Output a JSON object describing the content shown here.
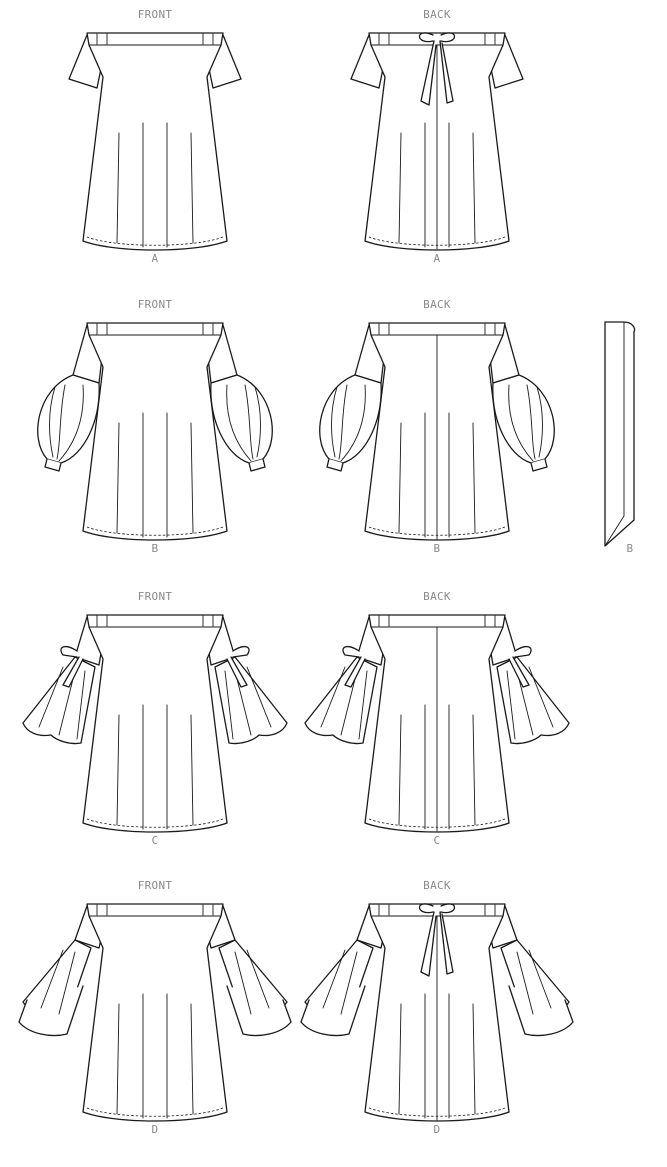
{
  "sheet": {
    "background": "#ffffff",
    "line_color": "#1a1a1a",
    "label_color": "#8a8a8a"
  },
  "rows": [
    {
      "view": "A",
      "sleeve": "short",
      "front": {
        "view_label": "FRONT",
        "variant_label": "A"
      },
      "back": {
        "view_label": "BACK",
        "variant_label": "A",
        "back_tie": true
      }
    },
    {
      "view": "B",
      "sleeve": "bishop",
      "front": {
        "view_label": "FRONT",
        "variant_label": "B"
      },
      "back": {
        "view_label": "BACK",
        "variant_label": "B",
        "back_tie": false
      },
      "extra": {
        "piece": "tie-sash",
        "variant_label": "B"
      }
    },
    {
      "view": "C",
      "sleeve": "flared-tie",
      "front": {
        "view_label": "FRONT",
        "variant_label": "C"
      },
      "back": {
        "view_label": "BACK",
        "variant_label": "C",
        "back_tie": false
      }
    },
    {
      "view": "D",
      "sleeve": "double-ruffle",
      "front": {
        "view_label": "FRONT",
        "variant_label": "D"
      },
      "back": {
        "view_label": "BACK",
        "variant_label": "D",
        "back_tie": true
      }
    }
  ]
}
